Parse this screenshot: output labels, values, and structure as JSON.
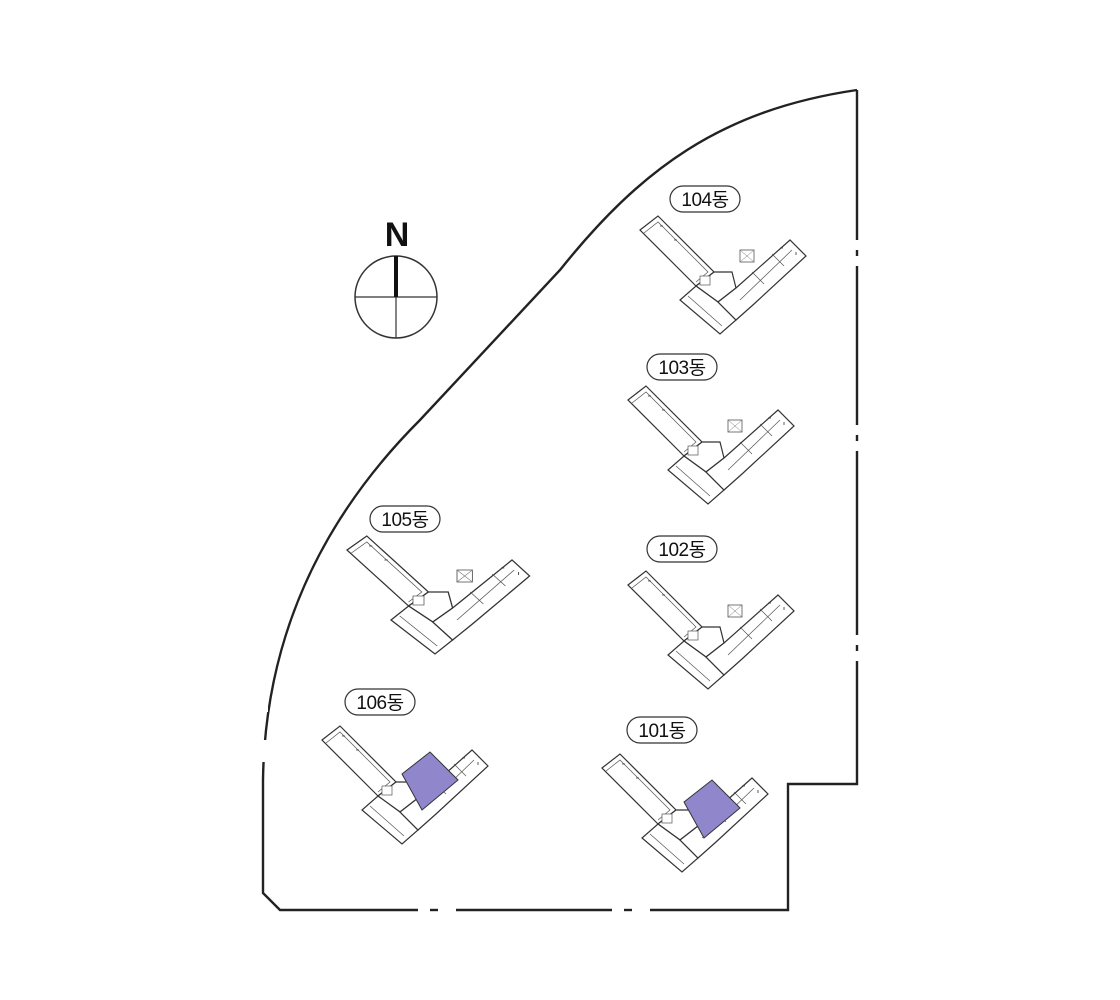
{
  "compass": {
    "north_label": "N"
  },
  "buildings": [
    {
      "id": "104",
      "label": "104동",
      "highlight": false
    },
    {
      "id": "103",
      "label": "103동",
      "highlight": false
    },
    {
      "id": "105",
      "label": "105동",
      "highlight": false
    },
    {
      "id": "102",
      "label": "102동",
      "highlight": false
    },
    {
      "id": "106",
      "label": "106동",
      "highlight": true
    },
    {
      "id": "101",
      "label": "101동",
      "highlight": true
    }
  ],
  "colors": {
    "line": "#222222",
    "highlight": "#8f86cc",
    "background": "#ffffff"
  }
}
